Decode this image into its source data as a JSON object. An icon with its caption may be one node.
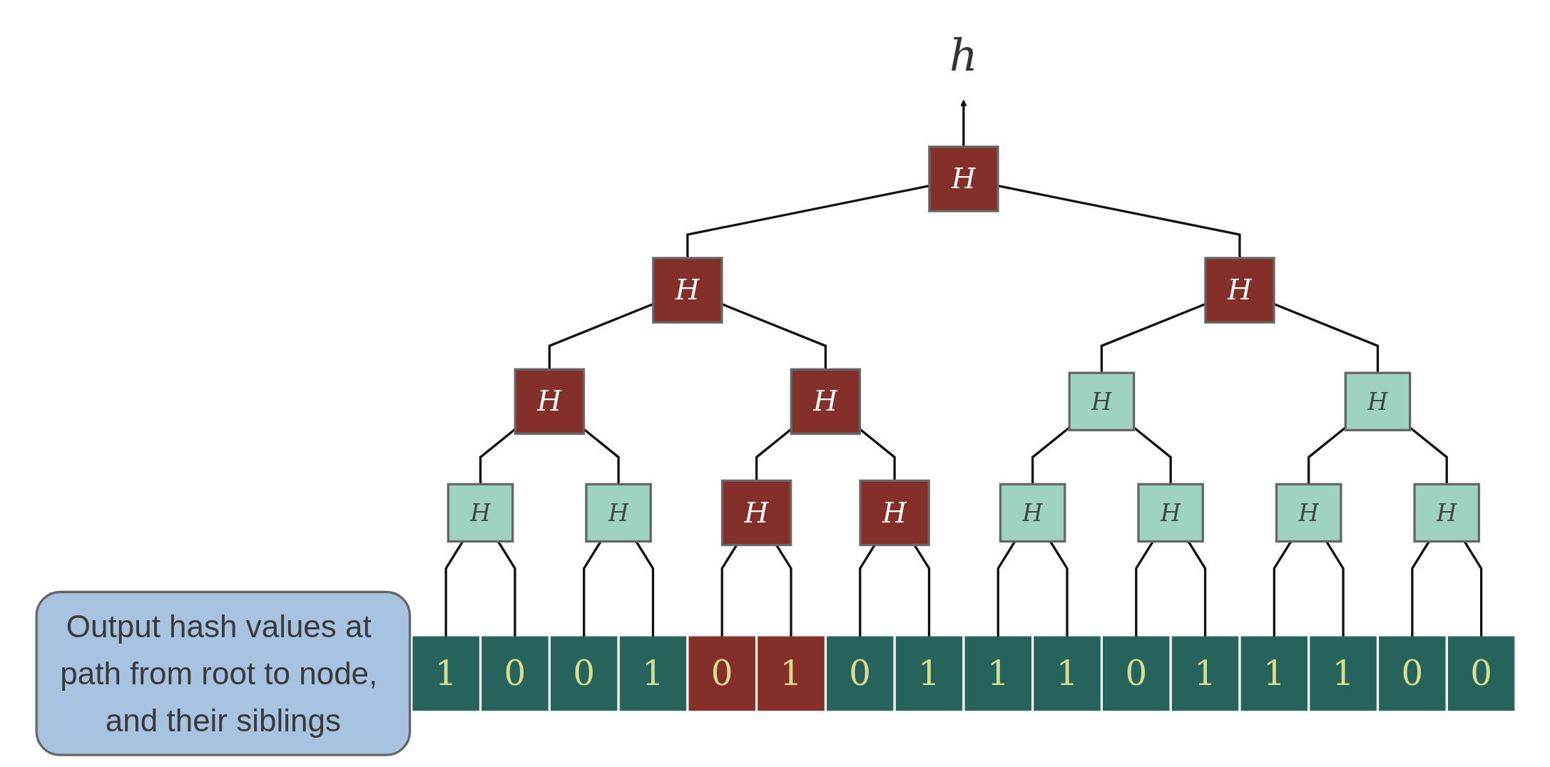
{
  "diagram": {
    "nodes": [
      {
        "text": [
          "h"
        ]
      },
      {
        "text": [
          "Output hash values at path from root to node, and their siblings"
        ]
      },
      {
        "text": [
          "H"
        ]
      },
      {
        "text": [
          "H"
        ]
      },
      {
        "text": [
          "H"
        ]
      },
      {
        "text": [
          "H"
        ]
      },
      {
        "text": [
          "H"
        ]
      },
      {
        "text": [
          "H"
        ]
      },
      {
        "text": [
          "H"
        ]
      },
      {
        "text": [
          "H"
        ]
      },
      {
        "text": [
          "H"
        ]
      },
      {
        "text": [
          "H"
        ]
      },
      {
        "text": [
          "H"
        ]
      },
      {
        "text": [
          "H"
        ]
      },
      {
        "text": [
          "H"
        ]
      },
      {
        "text": [
          "H"
        ]
      },
      {
        "text": [
          "H"
        ]
      },
      {
        "text": [
          "1"
        ]
      },
      {
        "text": [
          "0"
        ]
      },
      {
        "text": [
          "0"
        ]
      },
      {
        "text": [
          "1"
        ]
      },
      {
        "text": [
          "0"
        ]
      },
      {
        "text": [
          "1"
        ]
      },
      {
        "text": [
          "0"
        ]
      },
      {
        "text": [
          "1"
        ]
      },
      {
        "text": [
          "1"
        ]
      },
      {
        "text": [
          "1"
        ]
      },
      {
        "text": [
          "0"
        ]
      },
      {
        "text": [
          "1"
        ]
      },
      {
        "text": [
          "1"
        ]
      },
      {
        "text": [
          "1"
        ]
      },
      {
        "text": [
          "0"
        ]
      },
      {
        "text": [
          "0"
        ]
      }
    ],
    "edges": [
      {
        "from": 2,
        "to": 0,
        "arrow": "to"
      },
      {
        "from": 2,
        "to": 3,
        "arrow": "none"
      },
      {
        "from": 2,
        "to": 4,
        "arrow": "none"
      },
      {
        "from": 3,
        "to": 5,
        "arrow": "none"
      },
      {
        "from": 3,
        "to": 6,
        "arrow": "none"
      },
      {
        "from": 4,
        "to": 7,
        "arrow": "none"
      },
      {
        "from": 4,
        "to": 8,
        "arrow": "none"
      },
      {
        "from": 5,
        "to": 9,
        "arrow": "none"
      },
      {
        "from": 5,
        "to": 10,
        "arrow": "none"
      },
      {
        "from": 6,
        "to": 11,
        "arrow": "none"
      },
      {
        "from": 6,
        "to": 12,
        "arrow": "none"
      },
      {
        "from": 7,
        "to": 13,
        "arrow": "none"
      },
      {
        "from": 7,
        "to": 14,
        "arrow": "none"
      },
      {
        "from": 8,
        "to": 15,
        "arrow": "none"
      },
      {
        "from": 8,
        "to": 16,
        "arrow": "none"
      },
      {
        "from": 9,
        "to": 17,
        "arrow": "none"
      },
      {
        "from": 9,
        "to": 18,
        "arrow": "none"
      },
      {
        "from": 10,
        "to": 19,
        "arrow": "none"
      },
      {
        "from": 10,
        "to": 20,
        "arrow": "none"
      },
      {
        "from": 11,
        "to": 21,
        "arrow": "none"
      },
      {
        "from": 11,
        "to": 22,
        "arrow": "none"
      },
      {
        "from": 12,
        "to": 23,
        "arrow": "none"
      },
      {
        "from": 12,
        "to": 24,
        "arrow": "none"
      },
      {
        "from": 13,
        "to": 25,
        "arrow": "none"
      },
      {
        "from": 13,
        "to": 26,
        "arrow": "none"
      },
      {
        "from": 14,
        "to": 27,
        "arrow": "none"
      },
      {
        "from": 14,
        "to": 28,
        "arrow": "none"
      },
      {
        "from": 15,
        "to": 29,
        "arrow": "none"
      },
      {
        "from": 15,
        "to": 30,
        "arrow": "none"
      },
      {
        "from": 16,
        "to": 31,
        "arrow": "none"
      },
      {
        "from": 16,
        "to": 32,
        "arrow": "none"
      }
    ]
  }
}
